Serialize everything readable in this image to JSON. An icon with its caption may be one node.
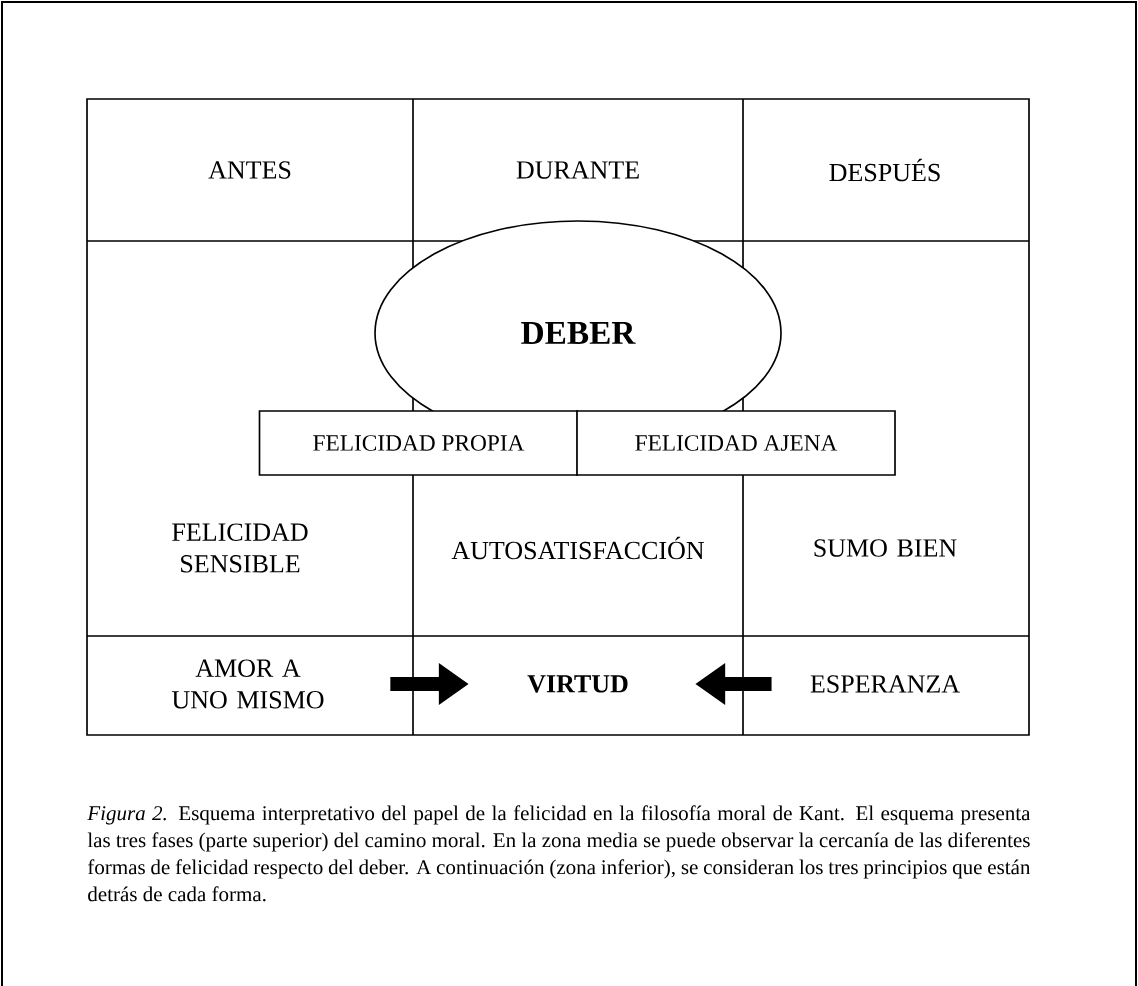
{
  "diagram": {
    "caption": "*Figura 2.* Esquema interpretativo del papel de la felicidad en la filosofía moral de Kant. El esquema presenta las tres fases (parte superior) del camino moral. En la zona media se puede observar la cercanía de las diferentes formas de felicidad respecto del deber. A continuación (zona inferior), se consideran los tres principios que están detrás de cada forma.",
    "nodes": [
      {
        "text": [
          "ANTES"
        ]
      },
      {
        "text": [
          "DURANTE"
        ]
      },
      {
        "text": [
          "DESPUÉS"
        ]
      },
      {
        "text": [
          "DEBER"
        ]
      },
      {
        "text": [
          "FELICIDAD PROPIA"
        ]
      },
      {
        "text": [
          "FELICIDAD AJENA"
        ]
      },
      {
        "text": [
          "FELICIDAD SENSIBLE"
        ]
      },
      {
        "text": [
          "AUTOSATISFACCIÓN"
        ]
      },
      {
        "text": [
          "SUMO BIEN"
        ]
      },
      {
        "text": [
          "AMOR A UNO MISMO"
        ]
      },
      {
        "text": [
          "VIRTUD"
        ]
      },
      {
        "text": [
          "ESPERANZA"
        ]
      }
    ],
    "edges": [
      {
        "from": 9,
        "to": 10,
        "arrow": "to"
      },
      {
        "from": 11,
        "to": 10,
        "arrow": "to"
      }
    ]
  }
}
